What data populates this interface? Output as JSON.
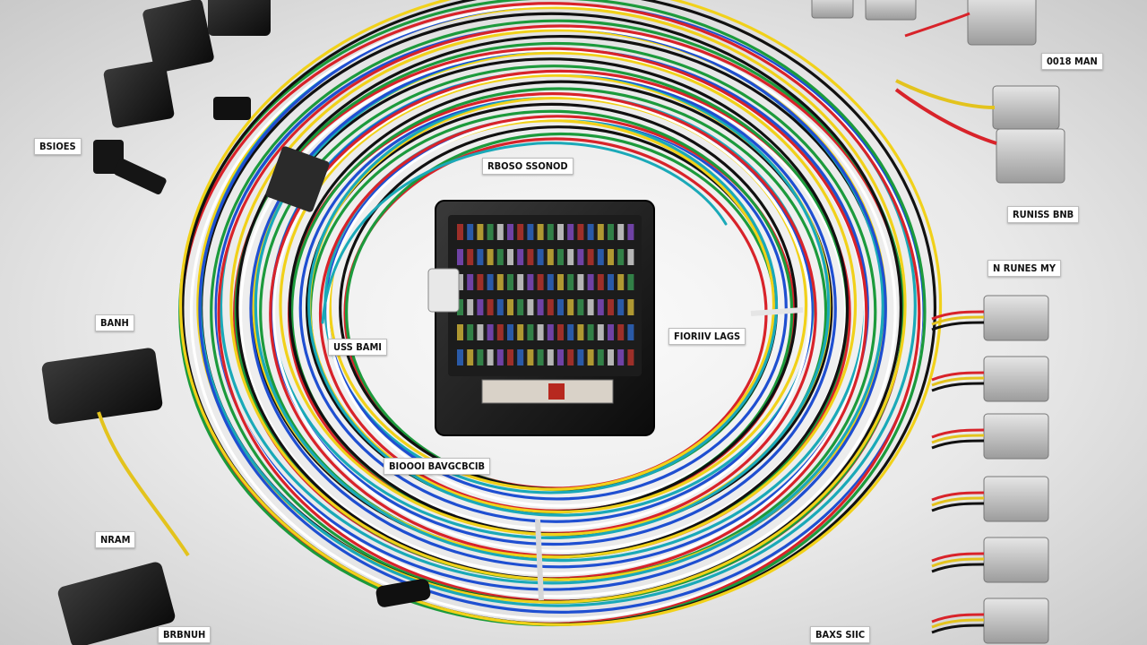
{
  "photo": {
    "subject": "wiring-harness-kit",
    "wire_colors": [
      "#d8232a",
      "#1f4fd1",
      "#f1d11a",
      "#1c9a3c",
      "#ffffff",
      "#1aa9b8",
      "#111111"
    ]
  },
  "labels": {
    "top_right": "0018 MAN",
    "upper_left": "BSIOES",
    "center_top": "RBOSO SSONOD",
    "right_upper": "RUNISS BNB",
    "right_mid": "N RUNES MY",
    "left_mid": "BANH",
    "center_left": "USS BAMI",
    "center_right": "FIORIIV LAGS",
    "center_bottom": "BIOOOI BAVGCBCIB",
    "bottom_left": "NRAM",
    "bottom_left_2": "BRBNUH",
    "bottom_right": "BAXS SIIC"
  }
}
